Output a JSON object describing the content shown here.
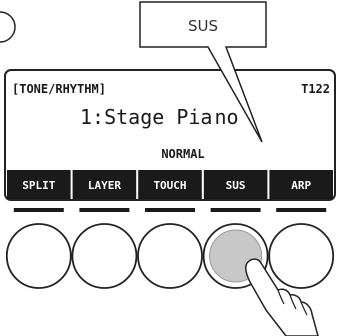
{
  "callout": {
    "label": "SUS"
  },
  "lcd": {
    "header_left": "[TONE/RHYTHM]",
    "header_right": "T122",
    "tone_line_prefix": "1:",
    "tone_name_visible": "Stage Pia",
    "tone_name_hidden": "no",
    "mode": "NORMAL"
  },
  "softkeys": [
    {
      "label": "SPLIT",
      "pressed": false
    },
    {
      "label": "LAYER",
      "pressed": false
    },
    {
      "label": "TOUCH",
      "pressed": false
    },
    {
      "label": "SUS",
      "pressed": true
    },
    {
      "label": "ARP",
      "pressed": false
    }
  ],
  "colors": {
    "softkey_bar": "#1a1a1a",
    "button_pressed": "#c8c8c8",
    "lcd_bg": "#ffffff"
  },
  "icons": {
    "pointer": "finger-press-icon"
  }
}
